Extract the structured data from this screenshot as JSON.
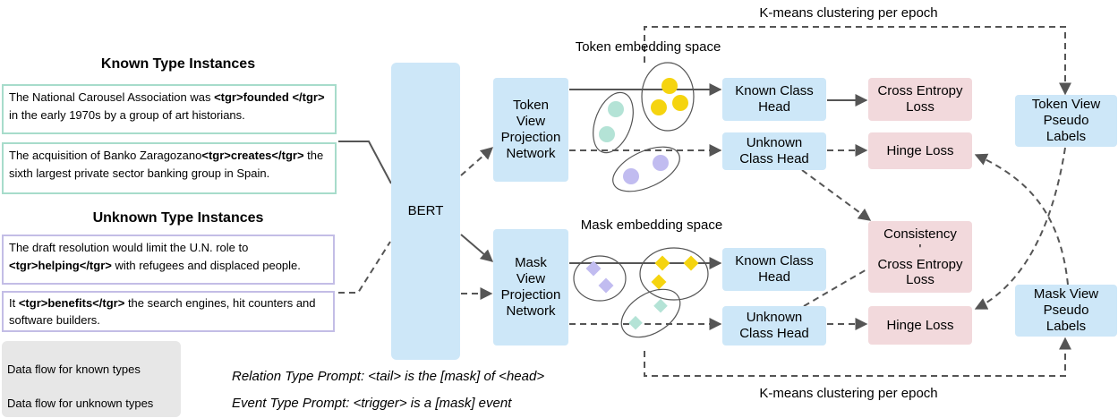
{
  "known_section": {
    "title": "Known Type Instances",
    "instances": [
      {
        "before": "The National Carousel Association was ",
        "trigger": "<tgr>founded </tgr>",
        "after": " in the early 1970s by a group of art historians."
      },
      {
        "before": "The acquisition of Banko Zaragozano",
        "trigger": "<tgr>creates</tgr>",
        "after": " the sixth largest private sector banking group in Spain."
      }
    ]
  },
  "unknown_section": {
    "title": "Unknown Type Instances",
    "instances": [
      {
        "before": "The draft resolution would limit the U.N. role to ",
        "trigger": "<tgr>helping</tgr>",
        "after": " with refugees and displaced people."
      },
      {
        "before": "It ",
        "trigger": "<tgr>benefits</tgr>",
        "after": " the search engines, hit counters and software builders."
      }
    ]
  },
  "encoder_label": "BERT",
  "token_projection_label": "Token\nView\nProjection\nNetwork",
  "mask_projection_label": "Mask\nView\nProjection\nNetwork",
  "token_space_label": "Token embedding space",
  "mask_space_label": "Mask embedding space",
  "token_known_head": "Known Class\nHead",
  "token_unknown_head": "Unknown\nClass Head",
  "mask_known_head": "Known Class\nHead",
  "mask_unknown_head": "Unknown\nClass Head",
  "token_ce_loss": "Cross Entropy\nLoss",
  "token_hinge_loss": "Hinge Loss",
  "consistency_loss": "Consistency\n'\nCross Entropy\nLoss",
  "mask_hinge_loss": "Hinge Loss",
  "token_pseudo_labels": "Token View\nPseudo\nLabels",
  "mask_pseudo_labels": "Mask View\nPseudo\nLabels",
  "kmeans_top": "K-means clustering per epoch",
  "kmeans_bottom": "K-means clustering per epoch",
  "legend": {
    "known": "Data flow for known types",
    "unknown": "Data flow for unknown types"
  },
  "prompts": {
    "relation": "Relation Type Prompt: <tail> is the [mask] of <head>",
    "event": "Event Type Prompt: <trigger> is a [mask] event"
  },
  "colors": {
    "known_border": "#a7dccb",
    "unknown_border": "#c3bde6",
    "module_fill": "#cde7f8",
    "loss_fill": "#f2d9dc",
    "yellow_cluster": "#f5d40f",
    "teal_cluster": "#b4e3d6",
    "purple_cluster": "#c1bcf0",
    "arrow": "#555555"
  }
}
